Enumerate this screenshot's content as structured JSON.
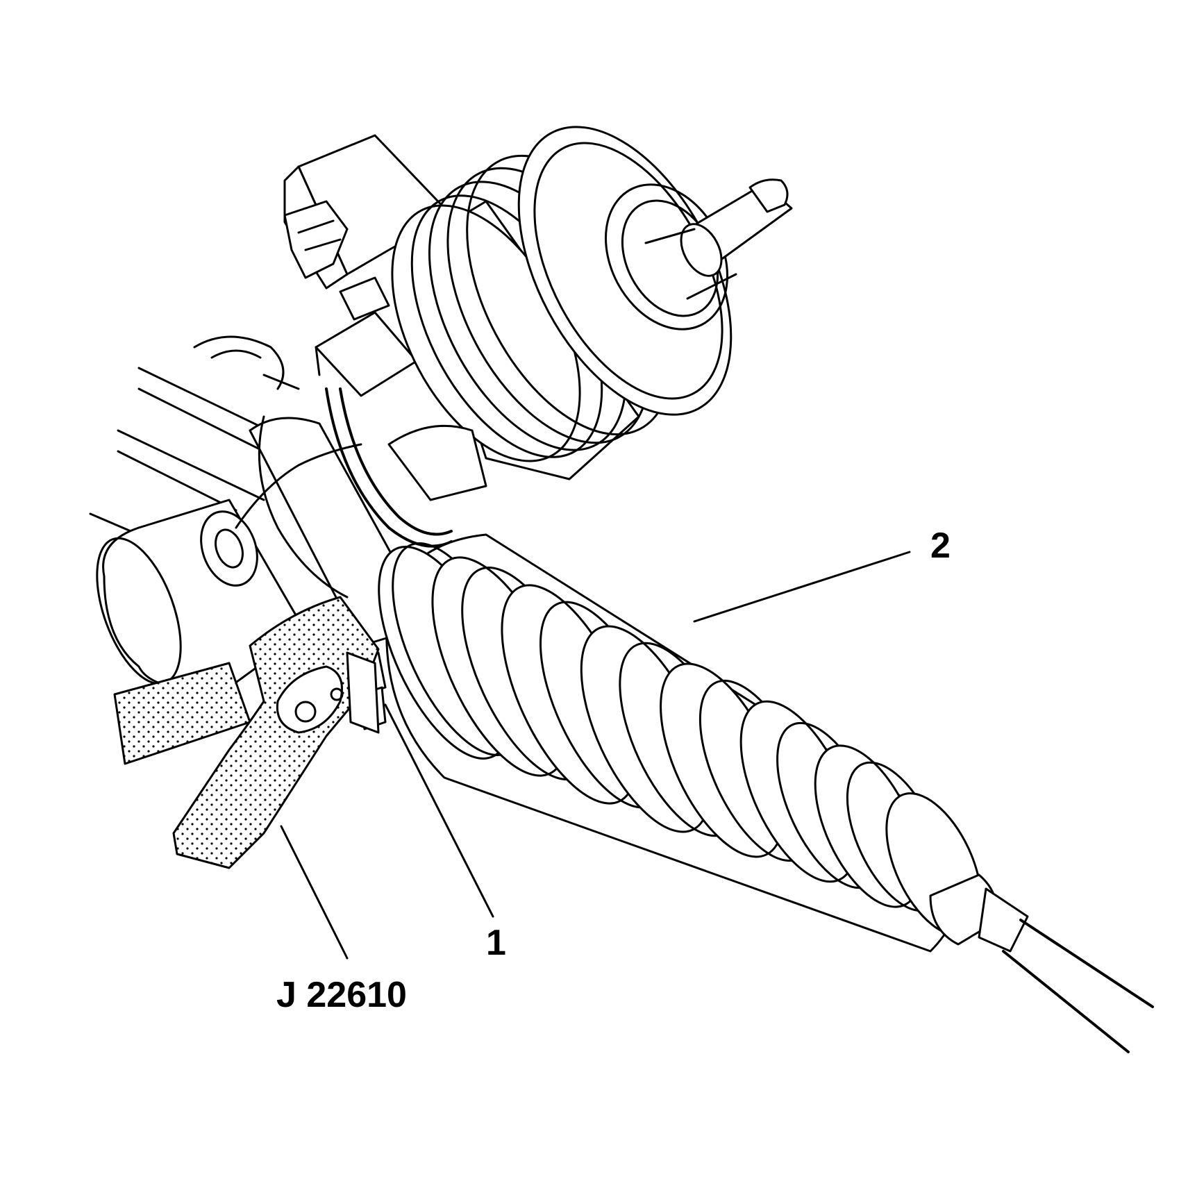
{
  "figure": {
    "callouts": {
      "boot_clamp": "1",
      "rack_boot": "2",
      "tool": "J 22610"
    }
  },
  "colors": {
    "line": "#000000",
    "background": "#ffffff"
  }
}
